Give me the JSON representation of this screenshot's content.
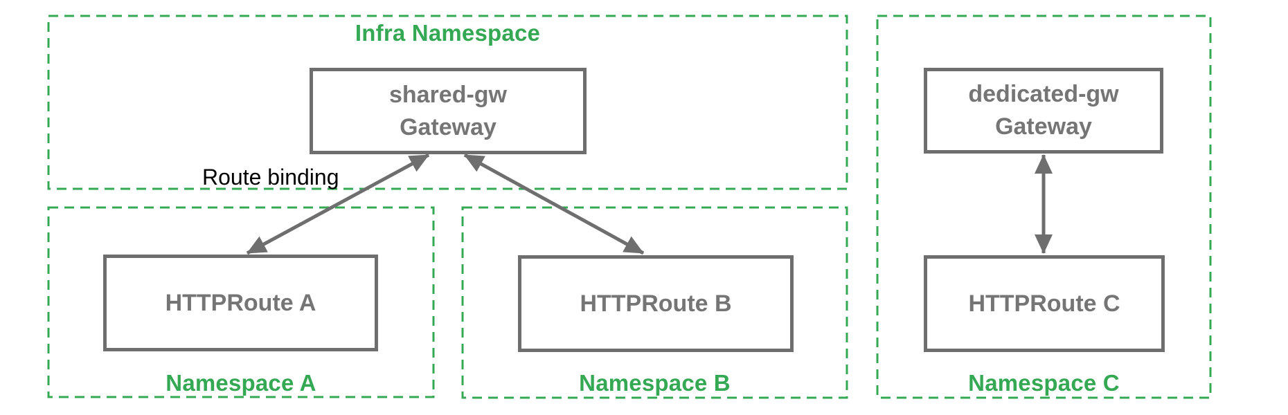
{
  "colors": {
    "green": "#34A853",
    "gray_border": "#6e6e6e",
    "gray_text": "#757575",
    "black": "#000000",
    "bg": "#ffffff"
  },
  "diagram": {
    "namespaces": {
      "infra": {
        "label": "Infra Namespace"
      },
      "a": {
        "label": "Namespace A"
      },
      "b": {
        "label": "Namespace B"
      },
      "c": {
        "label": "Namespace C"
      }
    },
    "nodes": {
      "shared_gw": {
        "name": "shared-gw",
        "kind": "Gateway"
      },
      "dedicated_gw": {
        "name": "dedicated-gw",
        "kind": "Gateway"
      },
      "route_a": {
        "label": "HTTPRoute A"
      },
      "route_b": {
        "label": "HTTPRoute B"
      },
      "route_c": {
        "label": "HTTPRoute C"
      }
    },
    "edge_label": "Route binding",
    "connections": [
      {
        "from": "HTTPRoute A",
        "to": "shared-gw Gateway",
        "style": "double-arrow",
        "label": "Route binding"
      },
      {
        "from": "HTTPRoute B",
        "to": "shared-gw Gateway",
        "style": "double-arrow",
        "label": ""
      },
      {
        "from": "HTTPRoute C",
        "to": "dedicated-gw Gateway",
        "style": "double-arrow",
        "label": ""
      }
    ]
  }
}
